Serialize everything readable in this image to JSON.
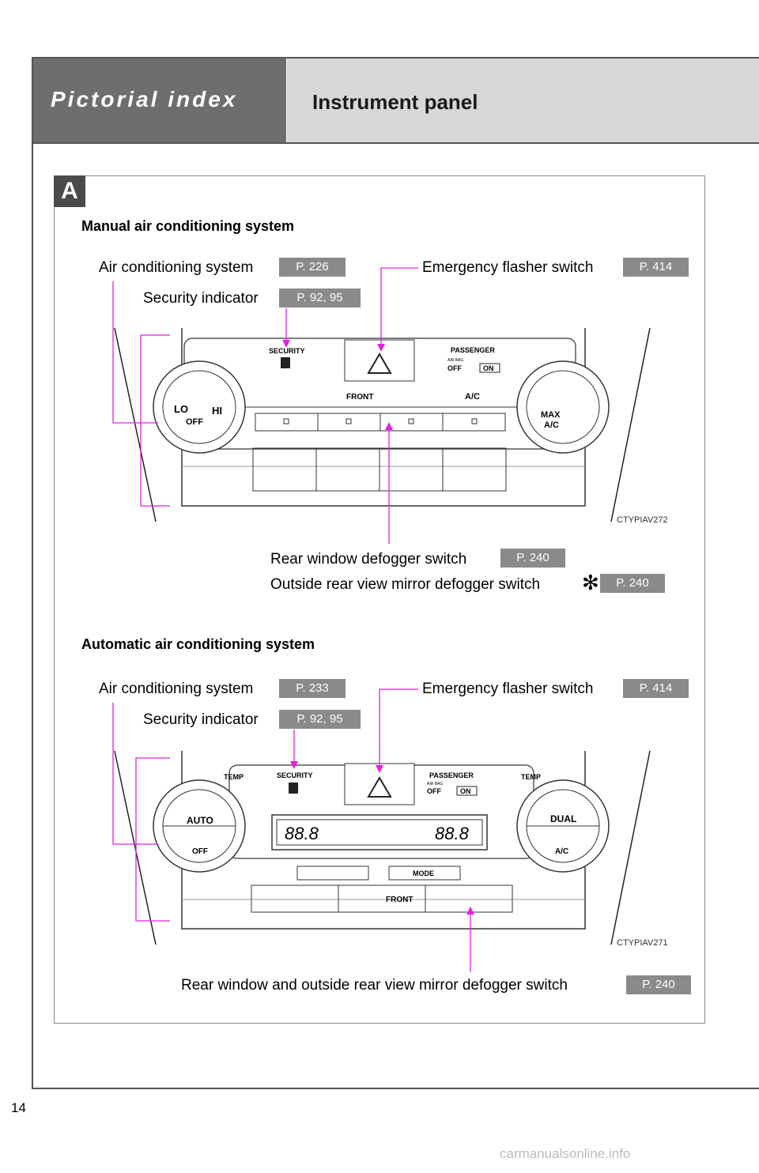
{
  "header": {
    "section": "Pictorial index",
    "title": "Instrument panel"
  },
  "badge": "A",
  "manual": {
    "title": "Manual air conditioning system",
    "ac_label": "Air conditioning system",
    "ac_page": "P. 226",
    "security_label": "Security indicator",
    "security_page": "P. 92, 95",
    "flasher_label": "Emergency flasher switch",
    "flasher_page": "P. 414",
    "rear_label": "Rear window defogger switch",
    "rear_page": "P. 240",
    "mirror_label": "Outside rear view mirror defogger switch",
    "mirror_page": "P. 240",
    "asterisk": "✻",
    "code": "CTYPIAV272",
    "panel": {
      "security": "SECURITY",
      "passenger": "PASSENGER",
      "airbag": "AIR BAG",
      "off": "OFF",
      "on": "ON",
      "front": "FRONT",
      "ac": "A/C",
      "lo": "LO",
      "hi": "HI",
      "fan_off": "OFF",
      "max": "MAX",
      "max_ac": "A/C"
    }
  },
  "automatic": {
    "title": "Automatic air conditioning system",
    "ac_label": "Air conditioning system",
    "ac_page": "P. 233",
    "security_label": "Security indicator",
    "security_page": "P. 92, 95",
    "flasher_label": "Emergency flasher switch",
    "flasher_page": "P. 414",
    "rear_label": "Rear window and outside rear view mirror defogger switch",
    "rear_page": "P. 240",
    "code": "CTYPIAV271",
    "panel": {
      "temp": "TEMP",
      "security": "SECURITY",
      "passenger": "PASSENGER",
      "airbag": "AIR BAG",
      "off": "OFF",
      "on": "ON",
      "auto": "AUTO",
      "auto_off": "OFF",
      "dual": "DUAL",
      "ac": "A/C",
      "display_left": "88.8",
      "display_right": "88.8",
      "mode": "MODE",
      "front": "FRONT"
    }
  },
  "page_number": "14",
  "watermark": "carmanualsonline.info",
  "colors": {
    "header_dark": "#6e6e6e",
    "header_light": "#d7d7d7",
    "badge": "#8a8a8a",
    "leader": "#e020e0"
  }
}
